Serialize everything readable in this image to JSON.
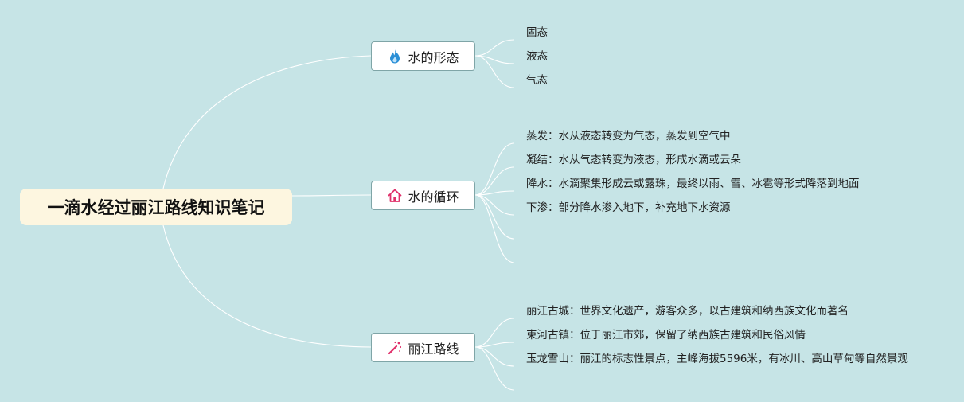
{
  "root": {
    "title": "一滴水经过丽江路线知识笔记"
  },
  "branches": [
    {
      "label": "水的形态",
      "icon": "flame-icon",
      "leaves": [
        "固态",
        "液态",
        "气态"
      ]
    },
    {
      "label": "水的循环",
      "icon": "house-icon",
      "leaves": [
        "蒸发：水从液态转变为气态，蒸发到空气中",
        "凝结：水从气态转变为液态，形成水滴或云朵",
        "降水：水滴聚集形成云或露珠，最终以雨、雪、冰雹等形式降落到地面",
        "下渗：部分降水渗入地下，补充地下水资源",
        "",
        ""
      ]
    },
    {
      "label": "丽江路线",
      "icon": "magic-wand-icon",
      "leaves": [
        "丽江古城：世界文化遗产，游客众多，以古建筑和纳西族文化而著名",
        "束河古镇：位于丽江市郊，保留了纳西族古建筑和民俗风情",
        "玉龙雪山：丽江的标志性景点，主峰海拔5596米，有冰川、高山草甸等自然景观",
        ""
      ]
    }
  ],
  "colors": {
    "background": "#c6e4e6",
    "root_fill": "#fdf6e0",
    "connector": "#ffffff",
    "branch_border": "#7fa5a7",
    "flame": "#2b8fd6",
    "house": "#e0306a",
    "wand": "#e0306a"
  }
}
